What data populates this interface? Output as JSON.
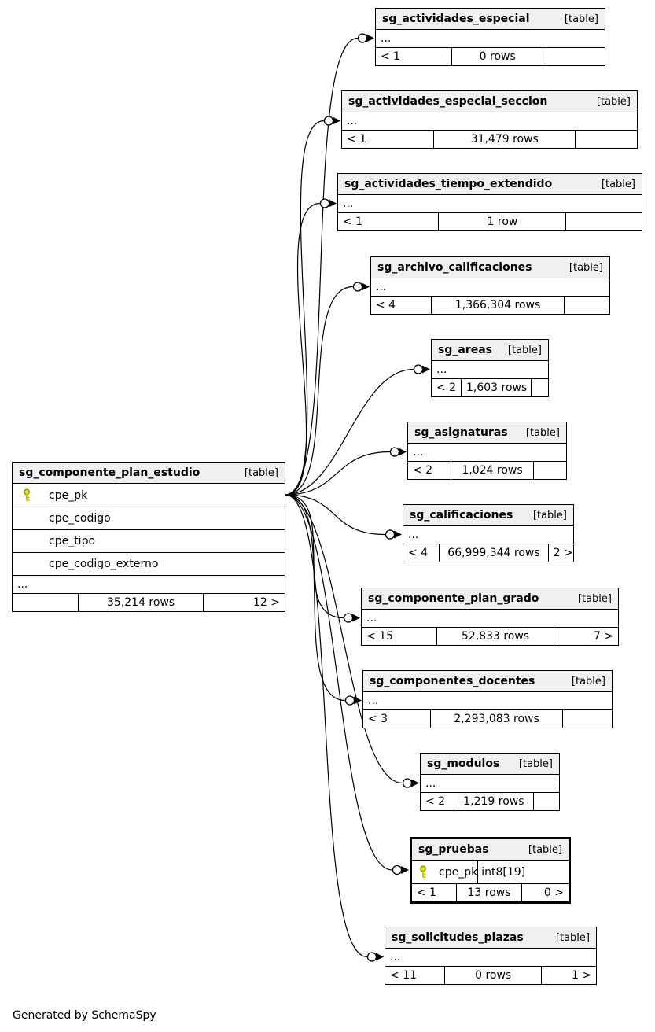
{
  "page": {
    "generated_note": "Generated by SchemaSpy"
  },
  "colors": {
    "border": "#000000",
    "header_bg": "#f0f0f0",
    "key_fill": "#e8e800",
    "key_stroke": "#999900",
    "background": "#ffffff"
  },
  "main_table": {
    "name": "sg_componente_plan_estudio",
    "tag": "[table]",
    "columns": [
      {
        "name": "cpe_pk",
        "key": true
      },
      {
        "name": "cpe_codigo",
        "key": false
      },
      {
        "name": "cpe_tipo",
        "key": false
      },
      {
        "name": "cpe_codigo_externo",
        "key": false
      }
    ],
    "ellipsis": "...",
    "footer": {
      "left": "",
      "center": "35,214 rows",
      "right": "12 >"
    }
  },
  "related_tables": [
    {
      "name": "sg_actividades_especial",
      "tag": "[table]",
      "ellipsis": "...",
      "footer": {
        "left": "< 1",
        "center": "0 rows",
        "right": ""
      }
    },
    {
      "name": "sg_actividades_especial_seccion",
      "tag": "[table]",
      "ellipsis": "...",
      "footer": {
        "left": "< 1",
        "center": "31,479 rows",
        "right": ""
      }
    },
    {
      "name": "sg_actividades_tiempo_extendido",
      "tag": "[table]",
      "ellipsis": "...",
      "footer": {
        "left": "< 1",
        "center": "1 row",
        "right": ""
      }
    },
    {
      "name": "sg_archivo_calificaciones",
      "tag": "[table]",
      "ellipsis": "...",
      "footer": {
        "left": "< 4",
        "center": "1,366,304 rows",
        "right": ""
      }
    },
    {
      "name": "sg_areas",
      "tag": "[table]",
      "ellipsis": "...",
      "footer": {
        "left": "< 2",
        "center": "1,603 rows",
        "right": ""
      }
    },
    {
      "name": "sg_asignaturas",
      "tag": "[table]",
      "ellipsis": "...",
      "footer": {
        "left": "< 2",
        "center": "1,024 rows",
        "right": ""
      }
    },
    {
      "name": "sg_calificaciones",
      "tag": "[table]",
      "ellipsis": "...",
      "footer": {
        "left": "< 4",
        "center": "66,999,344 rows",
        "right": "2 >"
      }
    },
    {
      "name": "sg_componente_plan_grado",
      "tag": "[table]",
      "ellipsis": "...",
      "footer": {
        "left": "< 15",
        "center": "52,833 rows",
        "right": "7 >"
      }
    },
    {
      "name": "sg_componentes_docentes",
      "tag": "[table]",
      "ellipsis": "...",
      "footer": {
        "left": "< 3",
        "center": "2,293,083 rows",
        "right": ""
      }
    },
    {
      "name": "sg_modulos",
      "tag": "[table]",
      "ellipsis": "...",
      "footer": {
        "left": "< 2",
        "center": "1,219 rows",
        "right": ""
      }
    },
    {
      "name": "sg_pruebas",
      "tag": "[table]",
      "highlighted": true,
      "columns": [
        {
          "name": "cpe_pk",
          "key": true,
          "type": "int8[19]"
        }
      ],
      "footer": {
        "left": "< 1",
        "center": "13 rows",
        "right": "0 >"
      }
    },
    {
      "name": "sg_solicitudes_plazas",
      "tag": "[table]",
      "ellipsis": "...",
      "footer": {
        "left": "< 11",
        "center": "0 rows",
        "right": "1 >"
      }
    }
  ],
  "relationships": {
    "source": {
      "table": "sg_componente_plan_estudio",
      "column": "cpe_pk"
    },
    "targets": [
      "sg_actividades_especial",
      "sg_actividades_especial_seccion",
      "sg_actividades_tiempo_extendido",
      "sg_archivo_calificaciones",
      "sg_areas",
      "sg_asignaturas",
      "sg_calificaciones",
      "sg_componente_plan_grado",
      "sg_componentes_docentes",
      "sg_modulos",
      "sg_pruebas",
      "sg_solicitudes_plazas"
    ]
  }
}
